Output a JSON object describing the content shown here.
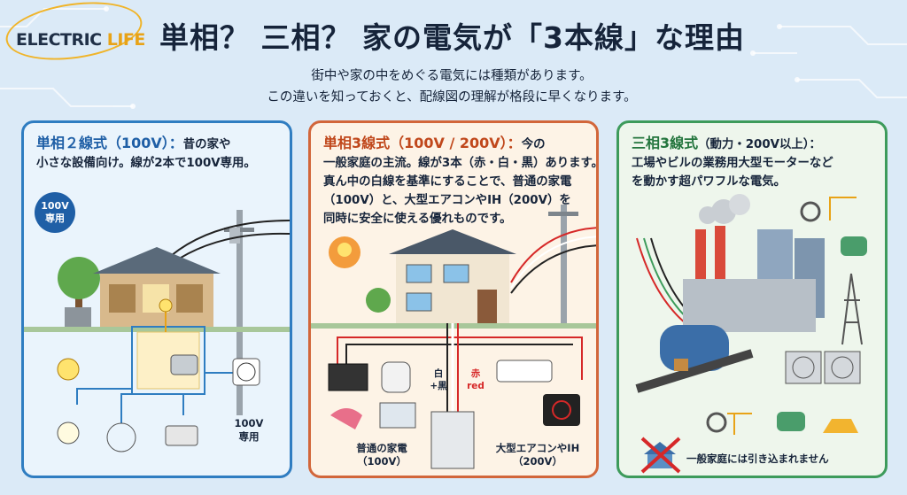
{
  "header": {
    "logo_main": "ELECTRIC ",
    "logo_accent": "LIFE",
    "title": "単相？ 三相？ 家の電気が「3本線」な理由",
    "subtitle_line1": "街中や家の中をめぐる電気には種類があります。",
    "subtitle_line2": "この違いを知っておくと、配線図の理解が格段に早くなります。"
  },
  "panels": {
    "single2": {
      "heading": "単相２線式（100V）：",
      "line1_rest": "昔の家や",
      "line2": "小さな設備向け。線が2本で100V専用。",
      "badge_line1": "100V",
      "badge_line2": "専用",
      "bottom_label_line1": "100V",
      "bottom_label_line2": "専用"
    },
    "single3": {
      "heading": "単相3線式（100V / 200V）：",
      "line1_rest": "今の",
      "line2": "一般家庭の主流。線が3本（赤・白・黒）あります。",
      "line3": "真ん中の白線を基準にすることで、普通の家電",
      "line4": "（100V）と、大型エアコンやIH（200V）を",
      "line5": "同時に安全に使える優れものです。",
      "wire_white": "白",
      "wire_black": "+黒",
      "wire_red": "赤",
      "wire_red_en": "red",
      "left_label_line1": "普通の家電",
      "left_label_line2": "（100V）",
      "right_label_line1": "大型エアコンやIH",
      "right_label_line2": "（200V）"
    },
    "three3": {
      "heading": "三相3線式",
      "heading_sub": "（動力・200V以上）：",
      "line2": "工場やビルの業務用大型モーターなど",
      "line3": "を動かす超パワフルな電気。",
      "bottom_label": "一般家庭には引き込まれません"
    }
  },
  "colors": {
    "blue_panel": "#2f7dc1",
    "orange_panel": "#d2663a",
    "green_panel": "#3d9b5b",
    "wire_red": "#d62828",
    "wire_black": "#222222"
  }
}
